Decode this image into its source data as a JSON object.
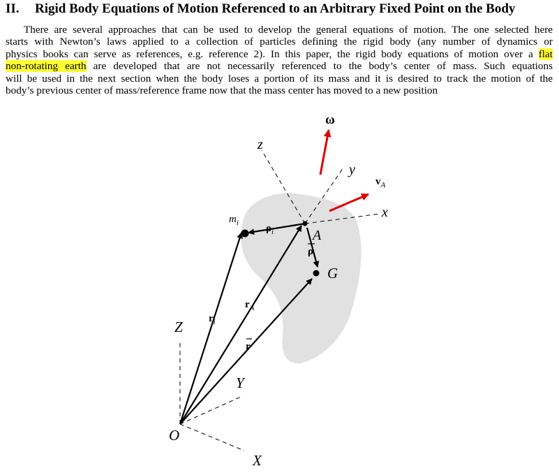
{
  "section": {
    "number": "II.",
    "title": "Rigid Body Equations of Motion Referenced to an Arbitrary Fixed Point on the Body"
  },
  "paragraph": {
    "line1": "There are several approaches that can be used to develop the general equations of motion.  The one selected here",
    "line2": "starts with Newton’s laws applied to a collection of particles defining the rigid body (any number of dynamics or",
    "line3_before": "physics books can serve as references, e.g. reference 2).  In this paper, the rigid body equations of motion over a ",
    "line3_highlight": "flat",
    "line4_highlight": "non-rotating earth",
    "line4_after": " are developed that are not necessarily referenced to the body’s center of mass.  Such equations",
    "line5": "will be used in the next section when the body loses a portion of its mass and it is desired to track the motion of the",
    "line6": "body’s previous center of mass/reference frame now that the mass center has moved to a new position"
  },
  "figure": {
    "labels": {
      "omega": "ω",
      "z_body": "z",
      "y_body": "y",
      "x_body": "x",
      "v": "v",
      "v_sub": "A",
      "m": "m",
      "m_sub": "i",
      "rho": "ρ",
      "rho_sub": "i",
      "A": "A",
      "rho_bar": "ρ",
      "G": "G",
      "r_A": "r",
      "r_A_sub": "A",
      "r_i": "r",
      "r_i_sub": "i",
      "r_bar": "r",
      "Z": "Z",
      "Y": "Y",
      "O": "O",
      "X": "X"
    },
    "colors": {
      "vector": "#000000",
      "angular_velocity": "#e00000",
      "velocity": "#e00000",
      "body_fill": "#e6e6e6"
    }
  }
}
